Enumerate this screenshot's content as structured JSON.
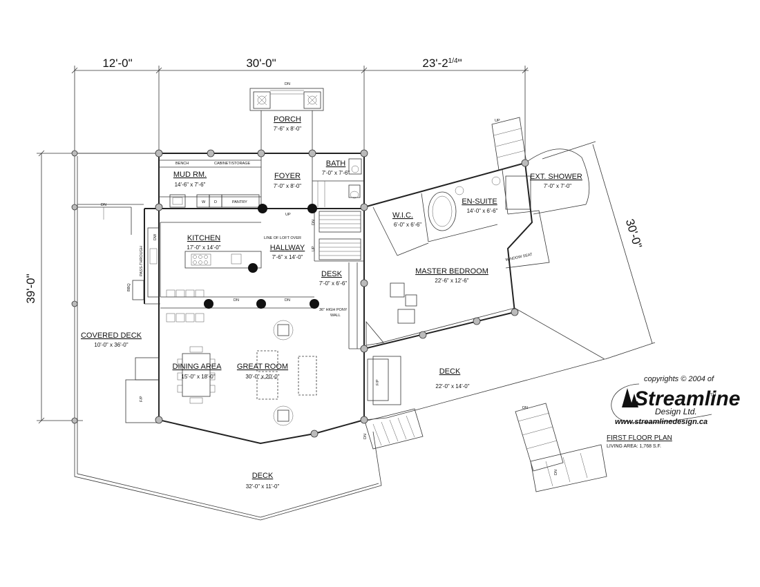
{
  "dimensions": {
    "top_left": "12'-0\"",
    "top_middle": "30'-0\"",
    "top_right": "23'-2",
    "top_right_fraction": "1/4",
    "top_right_suffix": "\"",
    "left": "39'-0\"",
    "right": "30'-0\""
  },
  "rooms": [
    {
      "id": "porch",
      "name": "PORCH",
      "size": "7'-6\" x 8'-0\""
    },
    {
      "id": "mudroom",
      "name": "MUD RM.",
      "size": "14'-6\" x 7'-6\""
    },
    {
      "id": "foyer",
      "name": "FOYER",
      "size": "7'-0\" x 8'-0\""
    },
    {
      "id": "bath",
      "name": "BATH",
      "size": "7'-0\" x 7'-6\""
    },
    {
      "id": "kitchen",
      "name": "KITCHEN",
      "size": "17'-0\" x 14'-0\""
    },
    {
      "id": "hallway",
      "name": "HALLWAY",
      "size": "7'-6\" x 14'-0\""
    },
    {
      "id": "desk",
      "name": "DESK",
      "size": "7'-0\" x 6'-6\""
    },
    {
      "id": "wic",
      "name": "W.I.C.",
      "size": "6'-0\" x 6'-6\""
    },
    {
      "id": "ensuite",
      "name": "EN-SUITE",
      "size": "14'-0\" x 6'-6\""
    },
    {
      "id": "extshower",
      "name": "EXT. SHOWER",
      "size": "7'-0\" x 7'-0\""
    },
    {
      "id": "master",
      "name": "MASTER BEDROOM",
      "size": "22'-6\" x 12'-6\""
    },
    {
      "id": "covered",
      "name": "COVERED DECK",
      "size": "10'-0\" x 36'-0\""
    },
    {
      "id": "dining",
      "name": "DINING AREA",
      "size": "15'-0\" x 18'-0\""
    },
    {
      "id": "great",
      "name": "GREAT ROOM",
      "size": "30'-0\" x 20'-0\""
    },
    {
      "id": "deckright",
      "name": "DECK",
      "size": "22'-0\" x 14'-0\""
    },
    {
      "id": "deckbottom",
      "name": "DECK",
      "size": "32'-0\" x 11'-0\""
    }
  ],
  "labels": {
    "bench": "BENCH",
    "cabinet": "CABINET/STORAGE",
    "pantry": "PANTRY",
    "loft": "LINE OF LOFT OVER",
    "wall_note": "36\" HIGH PONY",
    "wall_note2": "WALL",
    "window_seat": "WINDOW SEAT",
    "pass_through": "PASS-THROUGH",
    "bbq": "BBQ",
    "dw": "DW",
    "fp": "F/P",
    "w": "W",
    "d": "D",
    "up": "UP",
    "dn": "DN"
  },
  "logo": {
    "copyright": "copyrights © 2004 of",
    "name": "Streamline",
    "tm": "TM",
    "sub": "Design Ltd.",
    "url": "www.streamlinedesign.ca"
  },
  "plan_title": "FIRST FLOOR PLAN",
  "living_area": "LIVING AREA: 1,768 S.F."
}
